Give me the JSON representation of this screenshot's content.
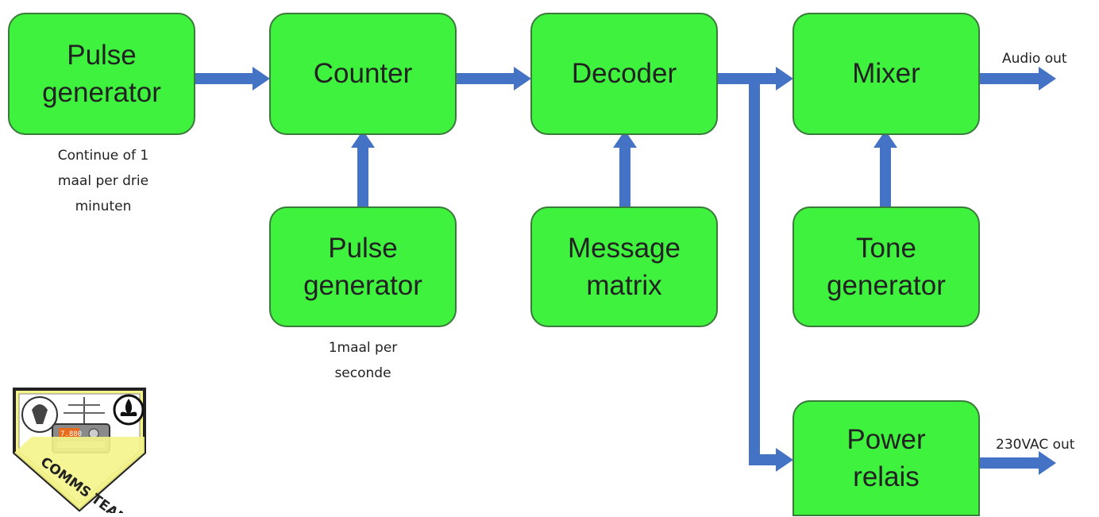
{
  "blocks": {
    "pulse_generator_1": {
      "line1": "Pulse",
      "line2": "generator"
    },
    "counter": {
      "line1": "Counter"
    },
    "decoder": {
      "line1": "Decoder"
    },
    "mixer": {
      "line1": "Mixer"
    },
    "pulse_generator_2": {
      "line1": "Pulse",
      "line2": "generator"
    },
    "message_matrix": {
      "line1": "Message",
      "line2": "matrix"
    },
    "tone_generator": {
      "line1": "Tone",
      "line2": "generator"
    },
    "power_relais": {
      "line1": "Power",
      "line2": "relais"
    }
  },
  "notes": {
    "pulse_generator_1": {
      "line1": "Continue of 1",
      "line2": "maal per drie",
      "line3": "minuten"
    },
    "pulse_generator_2": {
      "line1": "1maal per",
      "line2": "seconde"
    }
  },
  "outputs": {
    "audio": "Audio out",
    "power": "230VAC out"
  },
  "logo": {
    "text": "COMMS TEAM",
    "display": "7.880"
  },
  "colors": {
    "block_fill": "#3ef23e",
    "block_border": "#3a7a3a",
    "arrow": "#4472c4",
    "logo_yellow": "#f4f48a"
  }
}
